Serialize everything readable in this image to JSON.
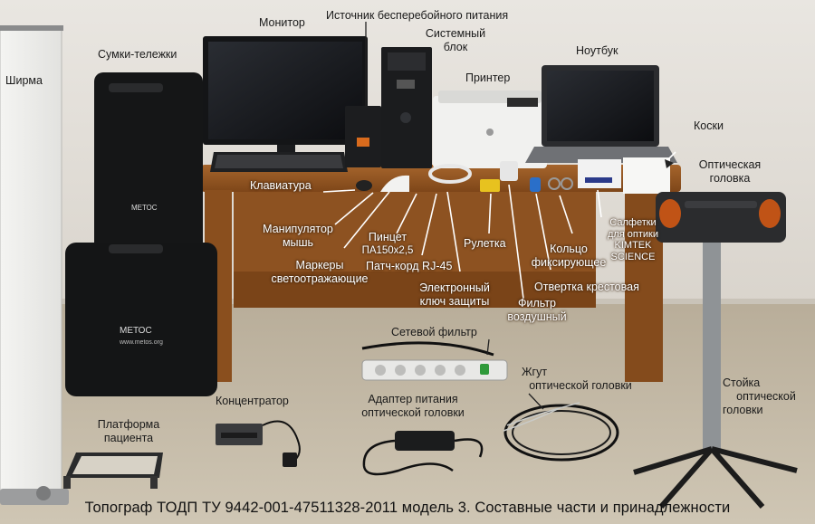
{
  "title": "Топограф ТОДП ТУ 9442-001-47511328-2011 модель 3. Составные части и принадлежности",
  "labels": {
    "shirma": "Ширма",
    "sumki": "Сумки-тележки",
    "monitor": "Монитор",
    "ups": "Источник бесперебойного питания",
    "sysblock_1": "Системный",
    "sysblock_2": "блок",
    "printer": "Принтер",
    "laptop": "Ноутбук",
    "koski": "Коски",
    "optical_head_1": "Оптическая",
    "optical_head_2": "головка",
    "keyboard": "Клавиатура",
    "mouse_1": "Манипулятор",
    "mouse_2": "мышь",
    "tweezers_1": "Пинцет",
    "tweezers_2": "ПА150х2,5",
    "markers_1": "Маркеры",
    "markers_2": "светоотражающие",
    "patchcord": "Патч-корд RJ-45",
    "tape": "Рулетка",
    "ring_1": "Кольцо",
    "ring_2": "фиксирующее",
    "wipes_1": "Салфетки",
    "wipes_2": "для оптики",
    "wipes_3": "KIMTEK",
    "wipes_4": "SCIENCE",
    "screwdriver": "Отвертка крестовая",
    "key_1": "Электронный",
    "key_2": "ключ защиты",
    "filter_1": "Фильтр",
    "filter_2": "воздушный",
    "surge": "Сетевой фильтр",
    "harness_1": "Жгут",
    "harness_2": "оптической головки",
    "hub": "Концентратор",
    "adapter_1": "Адаптер питания",
    "adapter_2": "оптической головки",
    "stand_1": "Стойка",
    "stand_2": "оптической",
    "stand_3": "головки",
    "platform_1": "Платформа",
    "platform_2": "пациента"
  },
  "bag_brand": "МЕТОС",
  "bag_site": "www.metos.org"
}
